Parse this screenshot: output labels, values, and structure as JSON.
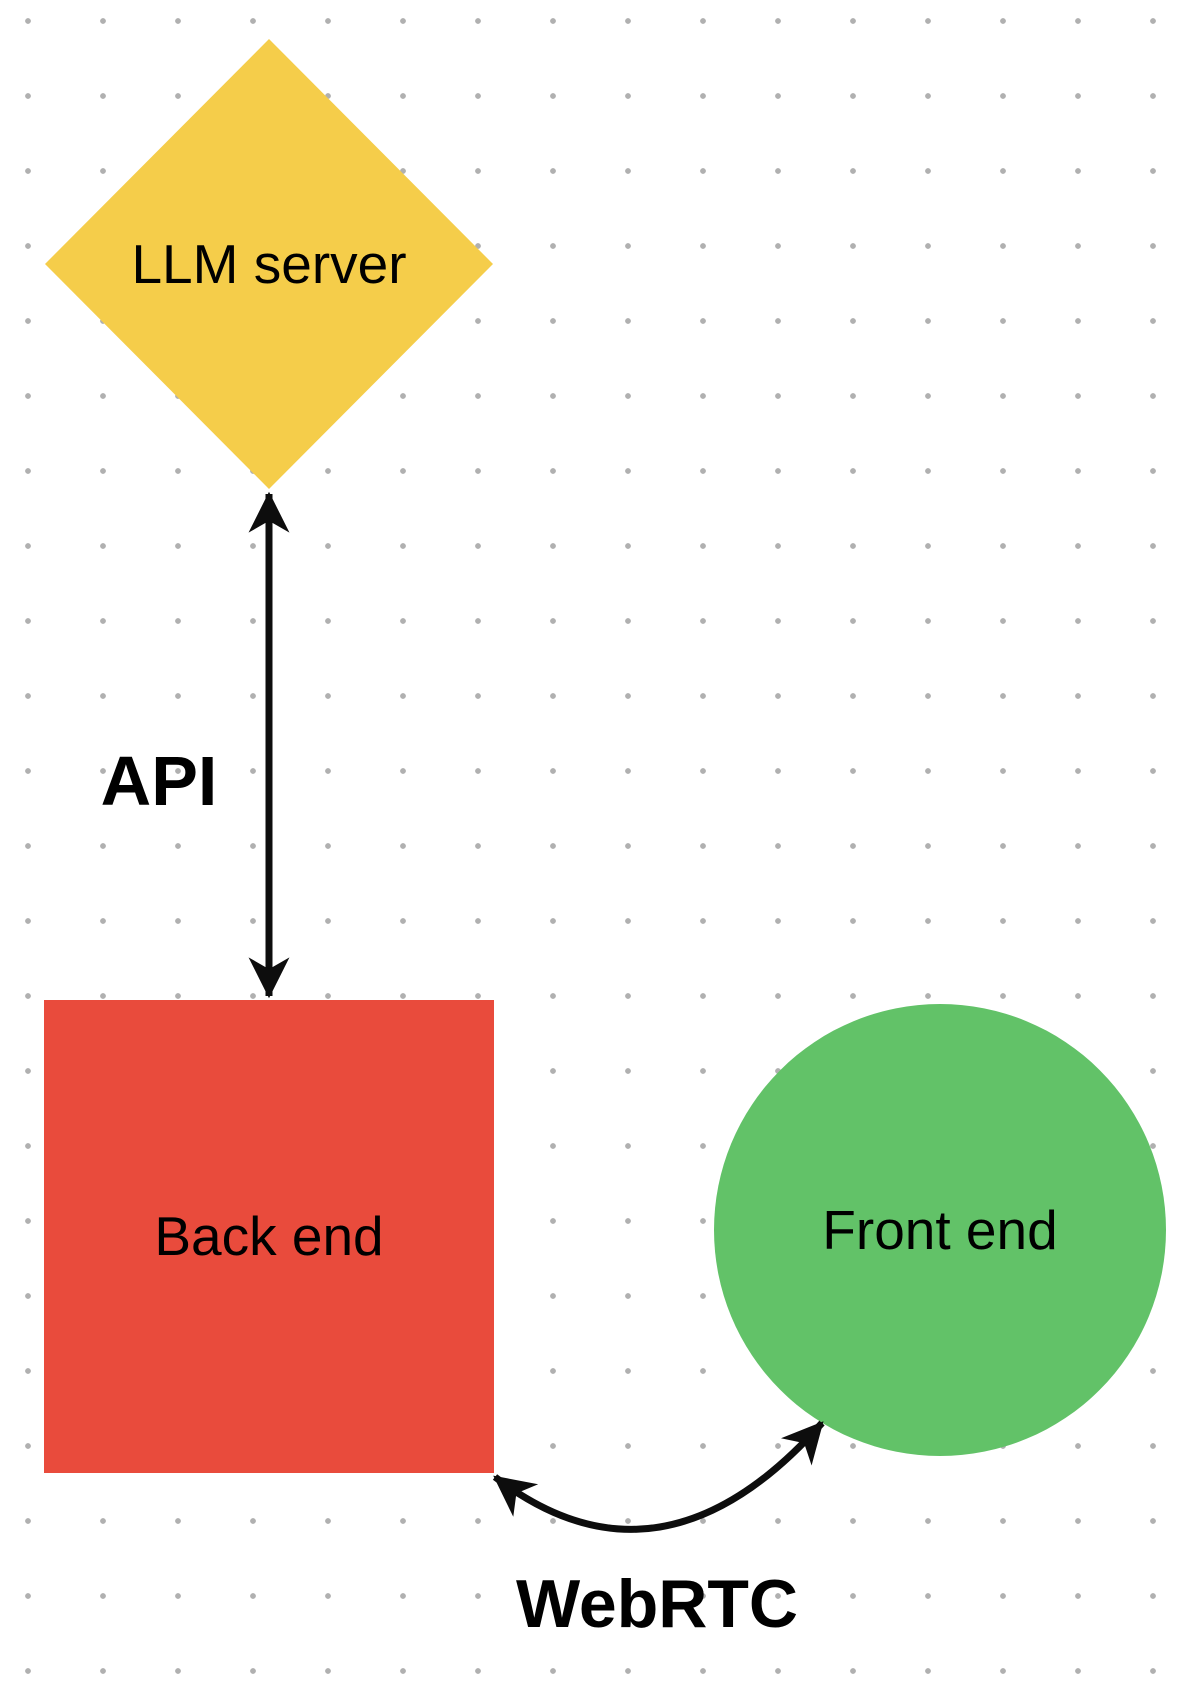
{
  "canvas": {
    "background": "#ffffff",
    "dot_color": "#b0b0b0",
    "arrow_color": "#0d0d0d",
    "text_color": "#000000"
  },
  "nodes": [
    {
      "id": "llm-server",
      "shape": "diamond",
      "label": "LLM server",
      "fill": "#F5CD4A"
    },
    {
      "id": "back-end",
      "shape": "square",
      "label": "Back end",
      "fill": "#E94B3C"
    },
    {
      "id": "front-end",
      "shape": "circle",
      "label": "Front end",
      "fill": "#62C268"
    }
  ],
  "connectors": [
    {
      "id": "api",
      "label": "API",
      "type": "double-headed-arrow",
      "path": "straight-vertical",
      "from": "llm-server",
      "to": "back-end"
    },
    {
      "id": "webrtc",
      "label": "WebRTC",
      "type": "double-headed-arrow",
      "path": "curved",
      "from": "back-end",
      "to": "front-end"
    }
  ]
}
